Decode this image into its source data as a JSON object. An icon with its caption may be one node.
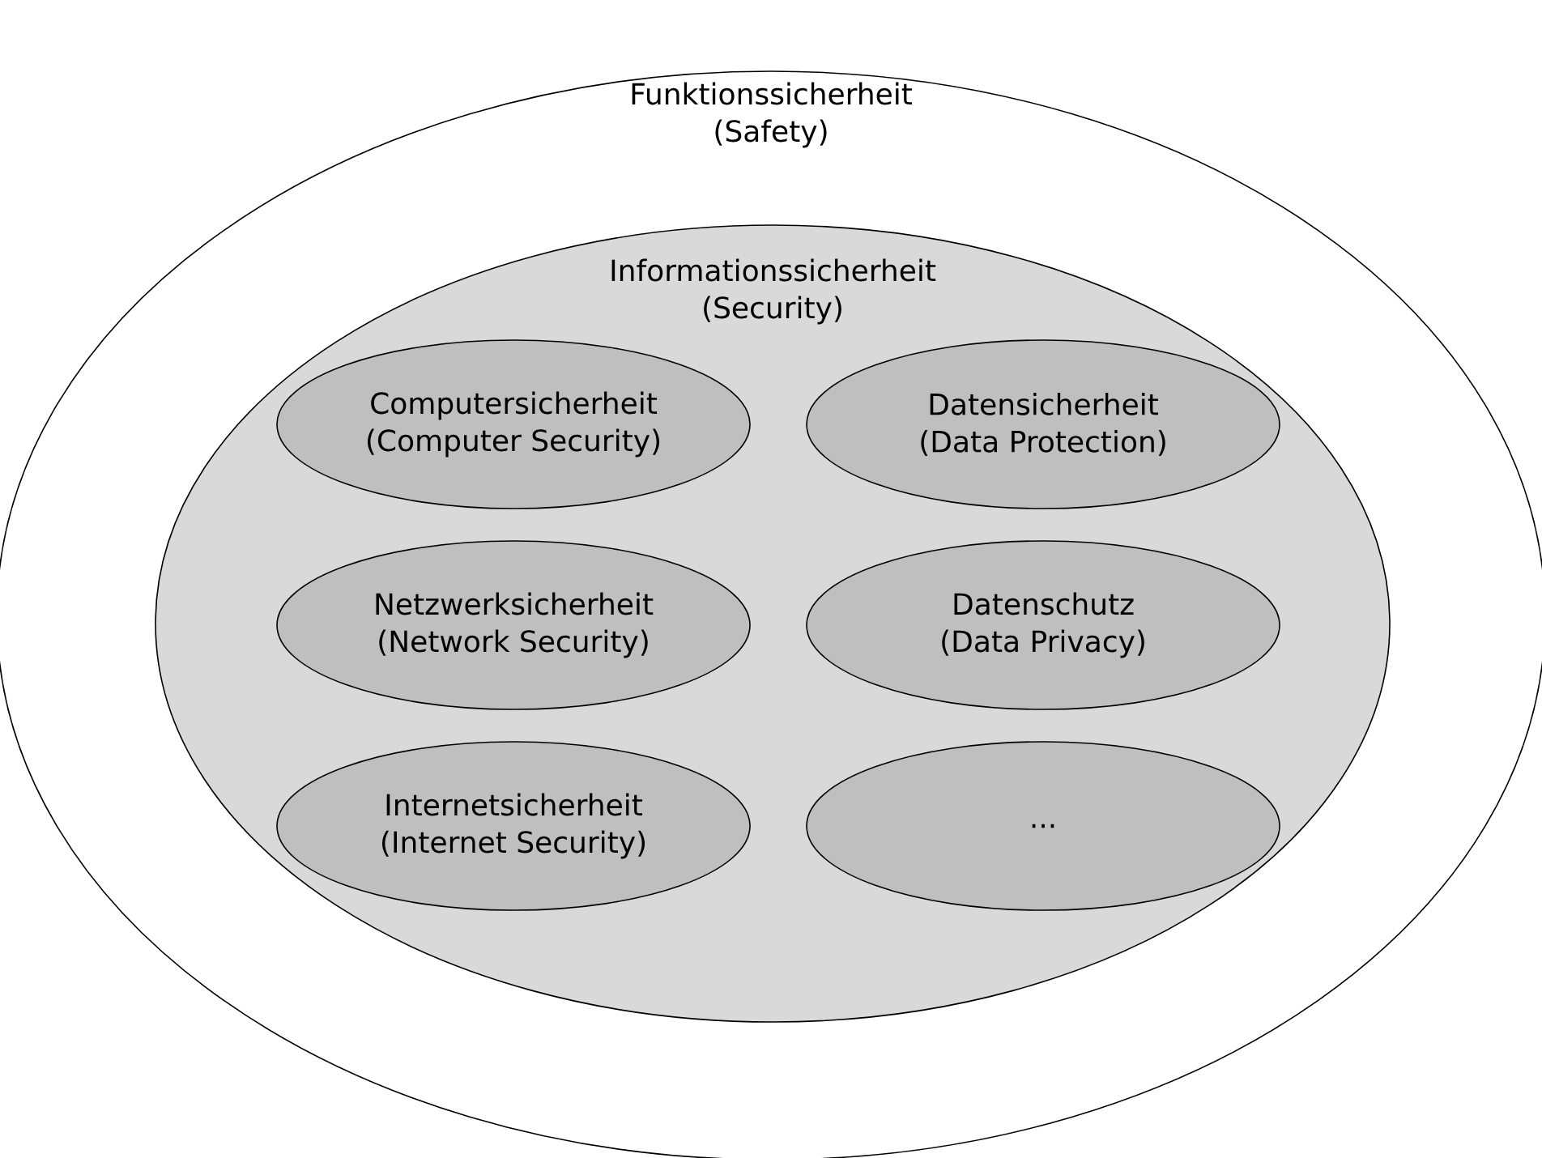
{
  "diagram": {
    "nodes": [
      {
        "text": [
          "Funktionssicherheit",
          "(Safety)"
        ]
      },
      {
        "text": [
          "Informationssicherheit",
          "(Security)"
        ],
        "in": 0
      },
      {
        "text": [
          "Computersicherheit",
          "(Computer Security)"
        ],
        "in": 1
      },
      {
        "text": [
          "Datensicherheit",
          "(Data Protection)"
        ],
        "in": 1
      },
      {
        "text": [
          "Netzwerksicherheit",
          "(Network Security)"
        ],
        "in": 1
      },
      {
        "text": [
          "Datenschutz",
          "(Data Privacy)"
        ],
        "in": 1
      },
      {
        "text": [
          "Internetsicherheit",
          "(Internet Security)"
        ],
        "in": 1
      },
      {
        "text": [
          "..."
        ],
        "in": 1
      }
    ]
  }
}
